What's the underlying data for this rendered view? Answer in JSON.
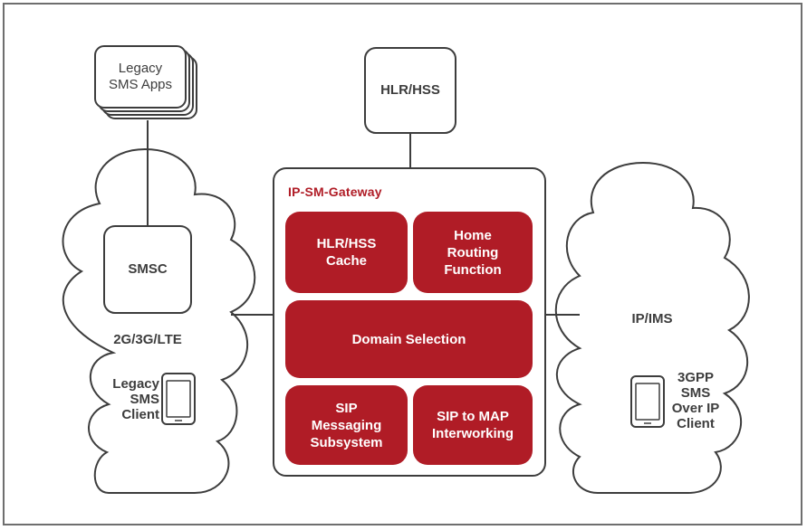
{
  "colors": {
    "accent": "#b01c26",
    "stroke": "#3d3d3d",
    "frame": "#6e6e6e"
  },
  "legacy_apps": {
    "label": "Legacy\nSMS Apps"
  },
  "hlr_hss": {
    "label": "HLR/HSS"
  },
  "left_cloud": {
    "network_label": "2G/3G/LTE",
    "smsc_label": "SMSC",
    "client_label": "Legacy\nSMS\nClient",
    "client_icon": "smartphone-icon"
  },
  "right_cloud": {
    "network_label": "IP/IMS",
    "client_label": "3GPP\nSMS\nOver IP\nClient",
    "client_icon": "smartphone-icon"
  },
  "gateway": {
    "title": "IP-SM-Gateway",
    "blocks": {
      "hlr_cache": "HLR/HSS\nCache",
      "home_routing": "Home\nRouting\nFunction",
      "domain_selection": "Domain Selection",
      "sip_messaging": "SIP\nMessaging\nSubsystem",
      "sip_to_map": "SIP to MAP\nInterworking"
    }
  }
}
